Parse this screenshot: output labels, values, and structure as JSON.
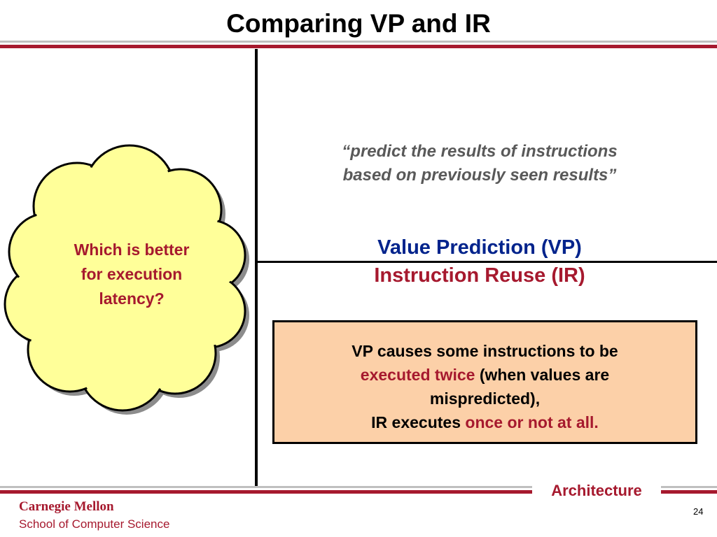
{
  "slide": {
    "title": "Comparing VP and IR",
    "quote_line1": "“predict the results of instructions",
    "quote_line2": "based on previously seen results”",
    "vp_label": "Value Prediction (VP)",
    "ir_label": "Instruction Reuse (IR)",
    "cloud": {
      "line1": "Which is better",
      "line2": "for execution",
      "line3": "latency?"
    },
    "box": {
      "line1": "VP causes some instructions to be",
      "line2_highlight": "executed twice",
      "line2_rest": " (when values are",
      "line3": "mispredicted),",
      "line4_pre": "IR executes ",
      "line4_highlight": "once or not at all."
    }
  },
  "footer": {
    "section": "Architecture",
    "university": "Carnegie Mellon",
    "school": "School of Computer Science",
    "page_number": "24"
  },
  "colors": {
    "accent_red": "#a6192e",
    "vp_blue": "#00238c",
    "box_fill": "#fcd0a8",
    "cloud_fill": "#ffff99"
  }
}
